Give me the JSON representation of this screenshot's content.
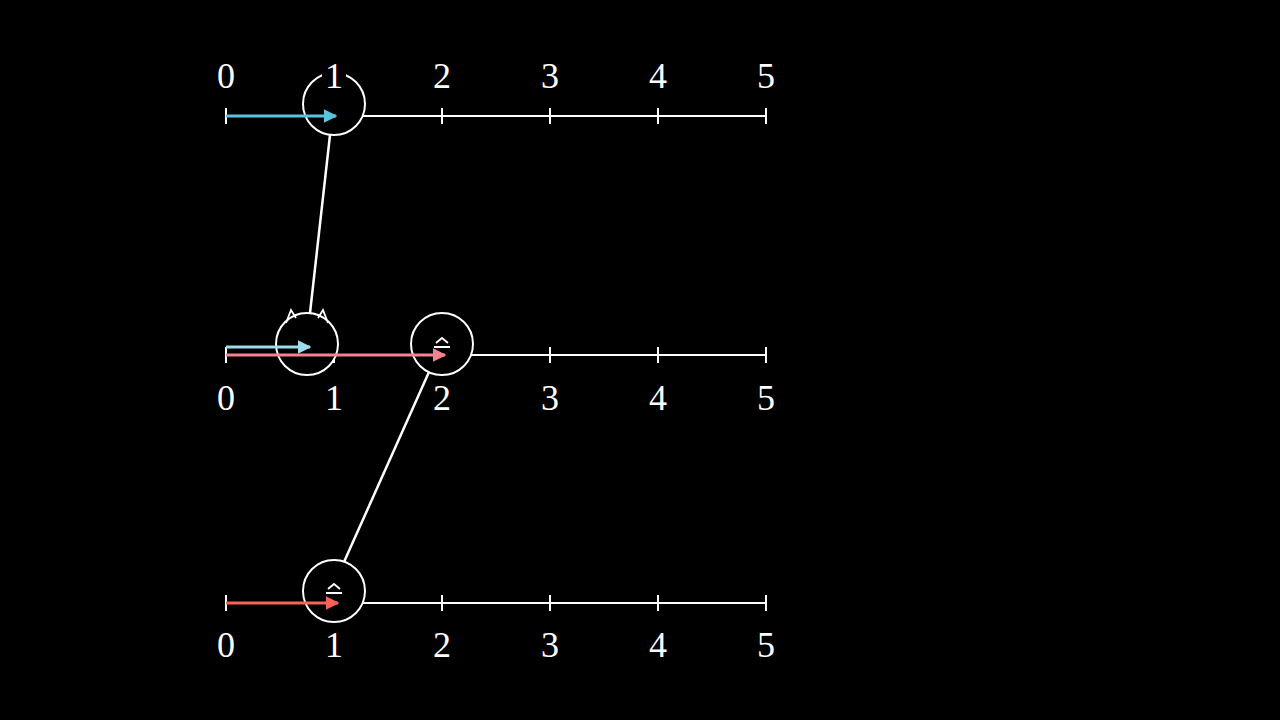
{
  "diagram": {
    "labels": [
      "0",
      "1",
      "2",
      "3",
      "4",
      "5",
      "0",
      "1",
      "2",
      "3",
      "4",
      "5",
      "0",
      "1",
      "2",
      "3",
      "4",
      "5"
    ]
  }
}
